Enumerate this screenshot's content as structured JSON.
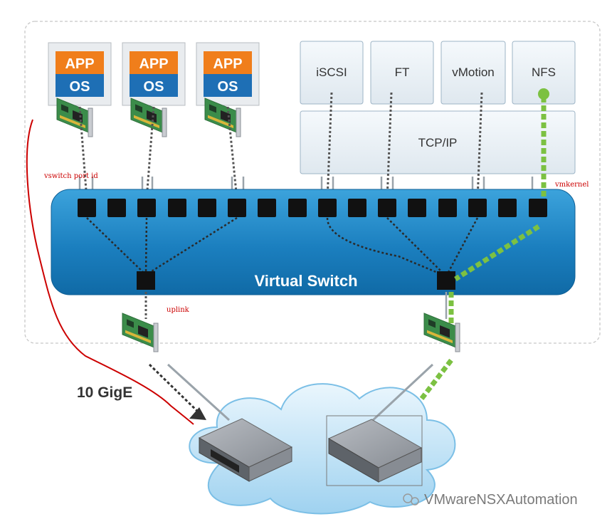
{
  "vms": [
    {
      "app": "APP",
      "os": "OS"
    },
    {
      "app": "APP",
      "os": "OS"
    },
    {
      "app": "APP",
      "os": "OS"
    }
  ],
  "services": [
    "iSCSI",
    "FT",
    "vMotion",
    "NFS"
  ],
  "stack_label": "TCP/IP",
  "switch_label": "Virtual Switch",
  "annotations": {
    "port_id": "vswitch port id",
    "vmkernel": "vmkernel",
    "uplink": "uplink"
  },
  "link_speed": "10 GigE",
  "watermark": "VMwareNSXAutomation",
  "colors": {
    "app_orange": "#f07e1b",
    "os_blue": "#1e6fb5",
    "switch_blue": "#1b7fbf",
    "nfs_green": "#7cc142",
    "annotation_red": "#cc0000"
  }
}
